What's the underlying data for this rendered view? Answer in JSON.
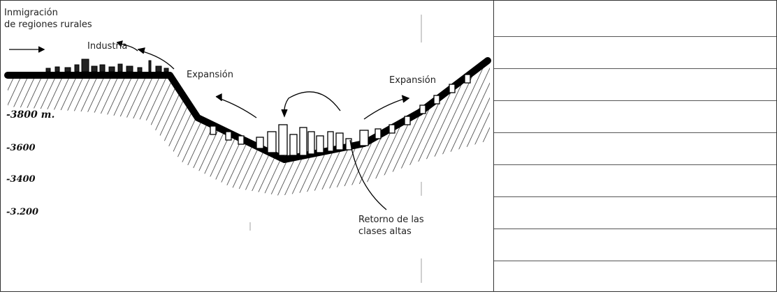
{
  "labels": {
    "inmigracion_line1": "Inmigración",
    "inmigracion_line2": "de regiones rurales",
    "industria": "Industria",
    "expansion_left": "Expansión",
    "expansion_right": "Expansión",
    "retorno_line1": "Retorno de las",
    "retorno_line2": "clases altas"
  },
  "altitudes": [
    "-3800 m.",
    "-3600",
    "-3400",
    "-3.200"
  ],
  "note_lines_count": 8
}
